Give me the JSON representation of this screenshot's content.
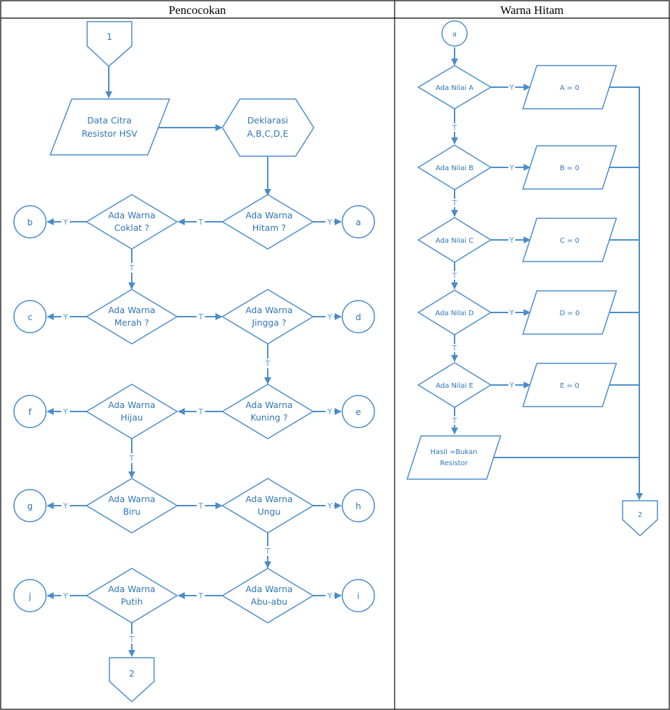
{
  "panels": {
    "left_title": "Pencocokan",
    "right_title": "Warna Hitam"
  },
  "colors": {
    "stroke": "#4a8ccb",
    "text": "#2f75b5",
    "frame": "#000000"
  },
  "connectors": {
    "start": "1",
    "end": "2",
    "a": "a",
    "b": "b",
    "c": "c",
    "d": "d",
    "e": "e",
    "f": "f",
    "g": "g",
    "h": "h",
    "i": "i",
    "j": "j"
  },
  "nodes": {
    "input_data": [
      "Data Citra",
      "Resistor HSV"
    ],
    "declare": [
      "Deklarasi",
      "A,B,C,D,E"
    ],
    "q_hitam": [
      "Ada Warna",
      "Hitam ?"
    ],
    "q_coklat": [
      "Ada Warna",
      "Coklat ?"
    ],
    "q_merah": [
      "Ada Warna",
      "Merah ?"
    ],
    "q_jingga": [
      "Ada Warna",
      "Jingga ?"
    ],
    "q_kuning": [
      "Ada Warna",
      "Kuning ?"
    ],
    "q_hijau": [
      "Ada Warna",
      "Hijau"
    ],
    "q_biru": [
      "Ada Warna",
      "Biru"
    ],
    "q_ungu": [
      "Ada Warna",
      "Ungu"
    ],
    "q_abu": [
      "Ada Warna",
      "Abu-abu"
    ],
    "q_putih": [
      "Ada Warna",
      "Putih"
    ]
  },
  "hitam": {
    "checks": [
      "Ada Nilai A",
      "Ada Nilai B",
      "Ada Nilai C",
      "Ada Nilai D",
      "Ada Nilai E"
    ],
    "assigns": [
      "A = 0",
      "B = 0",
      "C = 0",
      "D = 0",
      "E = 0"
    ],
    "result": [
      "Hasil =Bukan",
      "Resistor"
    ]
  },
  "edge_labels": {
    "yes": "Y",
    "no": "T"
  }
}
